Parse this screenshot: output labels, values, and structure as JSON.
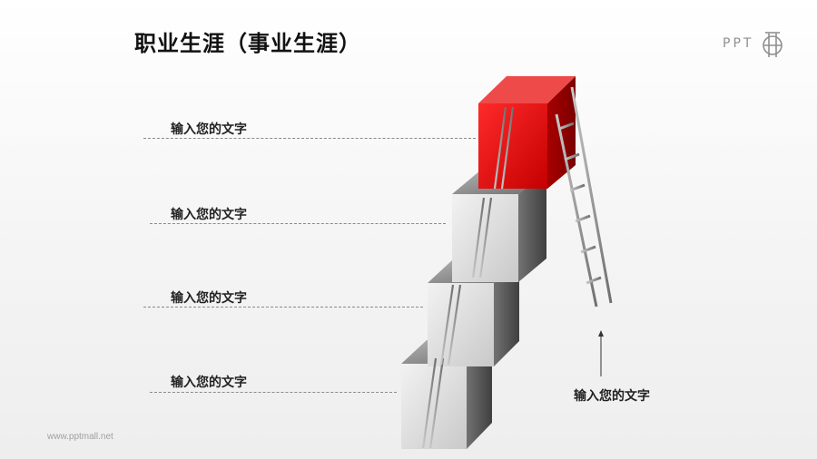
{
  "header": {
    "title": "职业生涯（事业生涯）"
  },
  "logo": {
    "text": "PPT"
  },
  "steps": [
    {
      "text": "输入您的文字"
    },
    {
      "text": "输入您的文字"
    },
    {
      "text": "输入您的文字"
    },
    {
      "text": "输入您的文字"
    }
  ],
  "side_label": {
    "text": "输入您的文字"
  },
  "footer": {
    "watermark": "www.pptmall.net"
  },
  "colors": {
    "top_block": "#d90f10",
    "grey_block": "#d5d5d5",
    "ladder": "#8f8f8f"
  }
}
